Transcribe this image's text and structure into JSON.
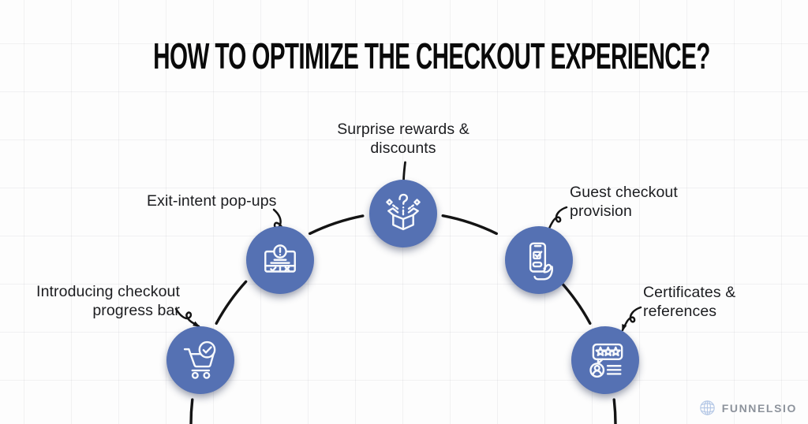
{
  "title": "HOW TO OPTIMIZE THE CHECKOUT EXPERIENCE?",
  "items": [
    {
      "label": "Introducing checkout\nprogress bar",
      "icon": "cart-with-checkmark"
    },
    {
      "label": "Exit-intent pop-ups",
      "icon": "popup-window-alert"
    },
    {
      "label": "Surprise rewards &\ndiscounts",
      "icon": "open-gift-box-question"
    },
    {
      "label": "Guest checkout\nprovision",
      "icon": "hand-holding-phone-checkbox"
    },
    {
      "label": "Certificates &\nreferences",
      "icon": "review-stars-profile"
    }
  ],
  "brand": {
    "name": "FUNNELSIO"
  },
  "colors": {
    "circle": "#5571b3",
    "line": "#141414",
    "text": "#1c1d20",
    "title": "#0a0a0a",
    "logo_text": "#8d939c",
    "logo_icon": "#b5c8e6"
  }
}
